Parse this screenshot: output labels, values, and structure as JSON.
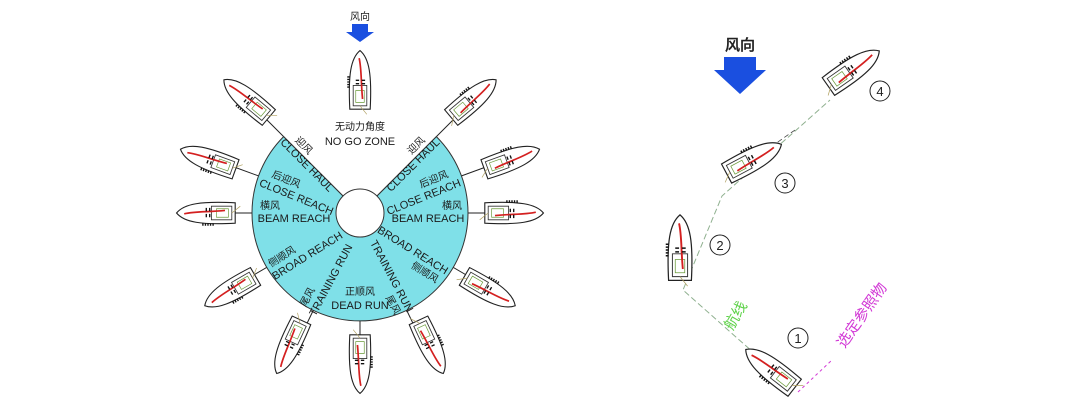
{
  "colors": {
    "fan": "#7fe0e8",
    "wind_arrow": "#1a4fe0",
    "route_label": "#5fd24a",
    "reference_label": "#d23ad6",
    "sail": "#d42020"
  },
  "left_diagram": {
    "wind_label": "风向",
    "no_go": {
      "cn": "无动力角度",
      "en": "NO GO ZONE"
    },
    "points_of_sail": [
      {
        "cn": "迎风",
        "en": "CLOSE HAUL"
      },
      {
        "cn": "后迎风",
        "en": "CLOSE REACH"
      },
      {
        "cn": "横风",
        "en": "BEAM REACH"
      },
      {
        "cn": "侧顺风",
        "en": "BROAD REACH"
      },
      {
        "cn": "尾风",
        "en": "TRAINING RUN"
      },
      {
        "cn": "正顺风",
        "en": "DEAD RUN"
      }
    ]
  },
  "right_diagram": {
    "wind_label": "风向",
    "route_label": "航线",
    "reference_label": "选定参照物",
    "positions": [
      "1",
      "2",
      "3",
      "4"
    ]
  }
}
